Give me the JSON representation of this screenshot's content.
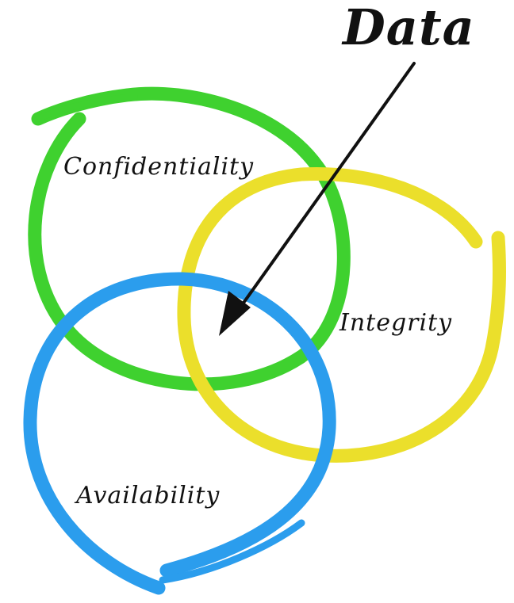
{
  "diagram": {
    "data_label": "Data",
    "circles": [
      {
        "label": "Confidentiality",
        "color": "#3fd12f"
      },
      {
        "label": "Integrity",
        "color": "#ebdf2b"
      },
      {
        "label": "Availability",
        "color": "#2b9ded"
      }
    ],
    "arrow_color": "#111111",
    "background": "#ffffff"
  }
}
